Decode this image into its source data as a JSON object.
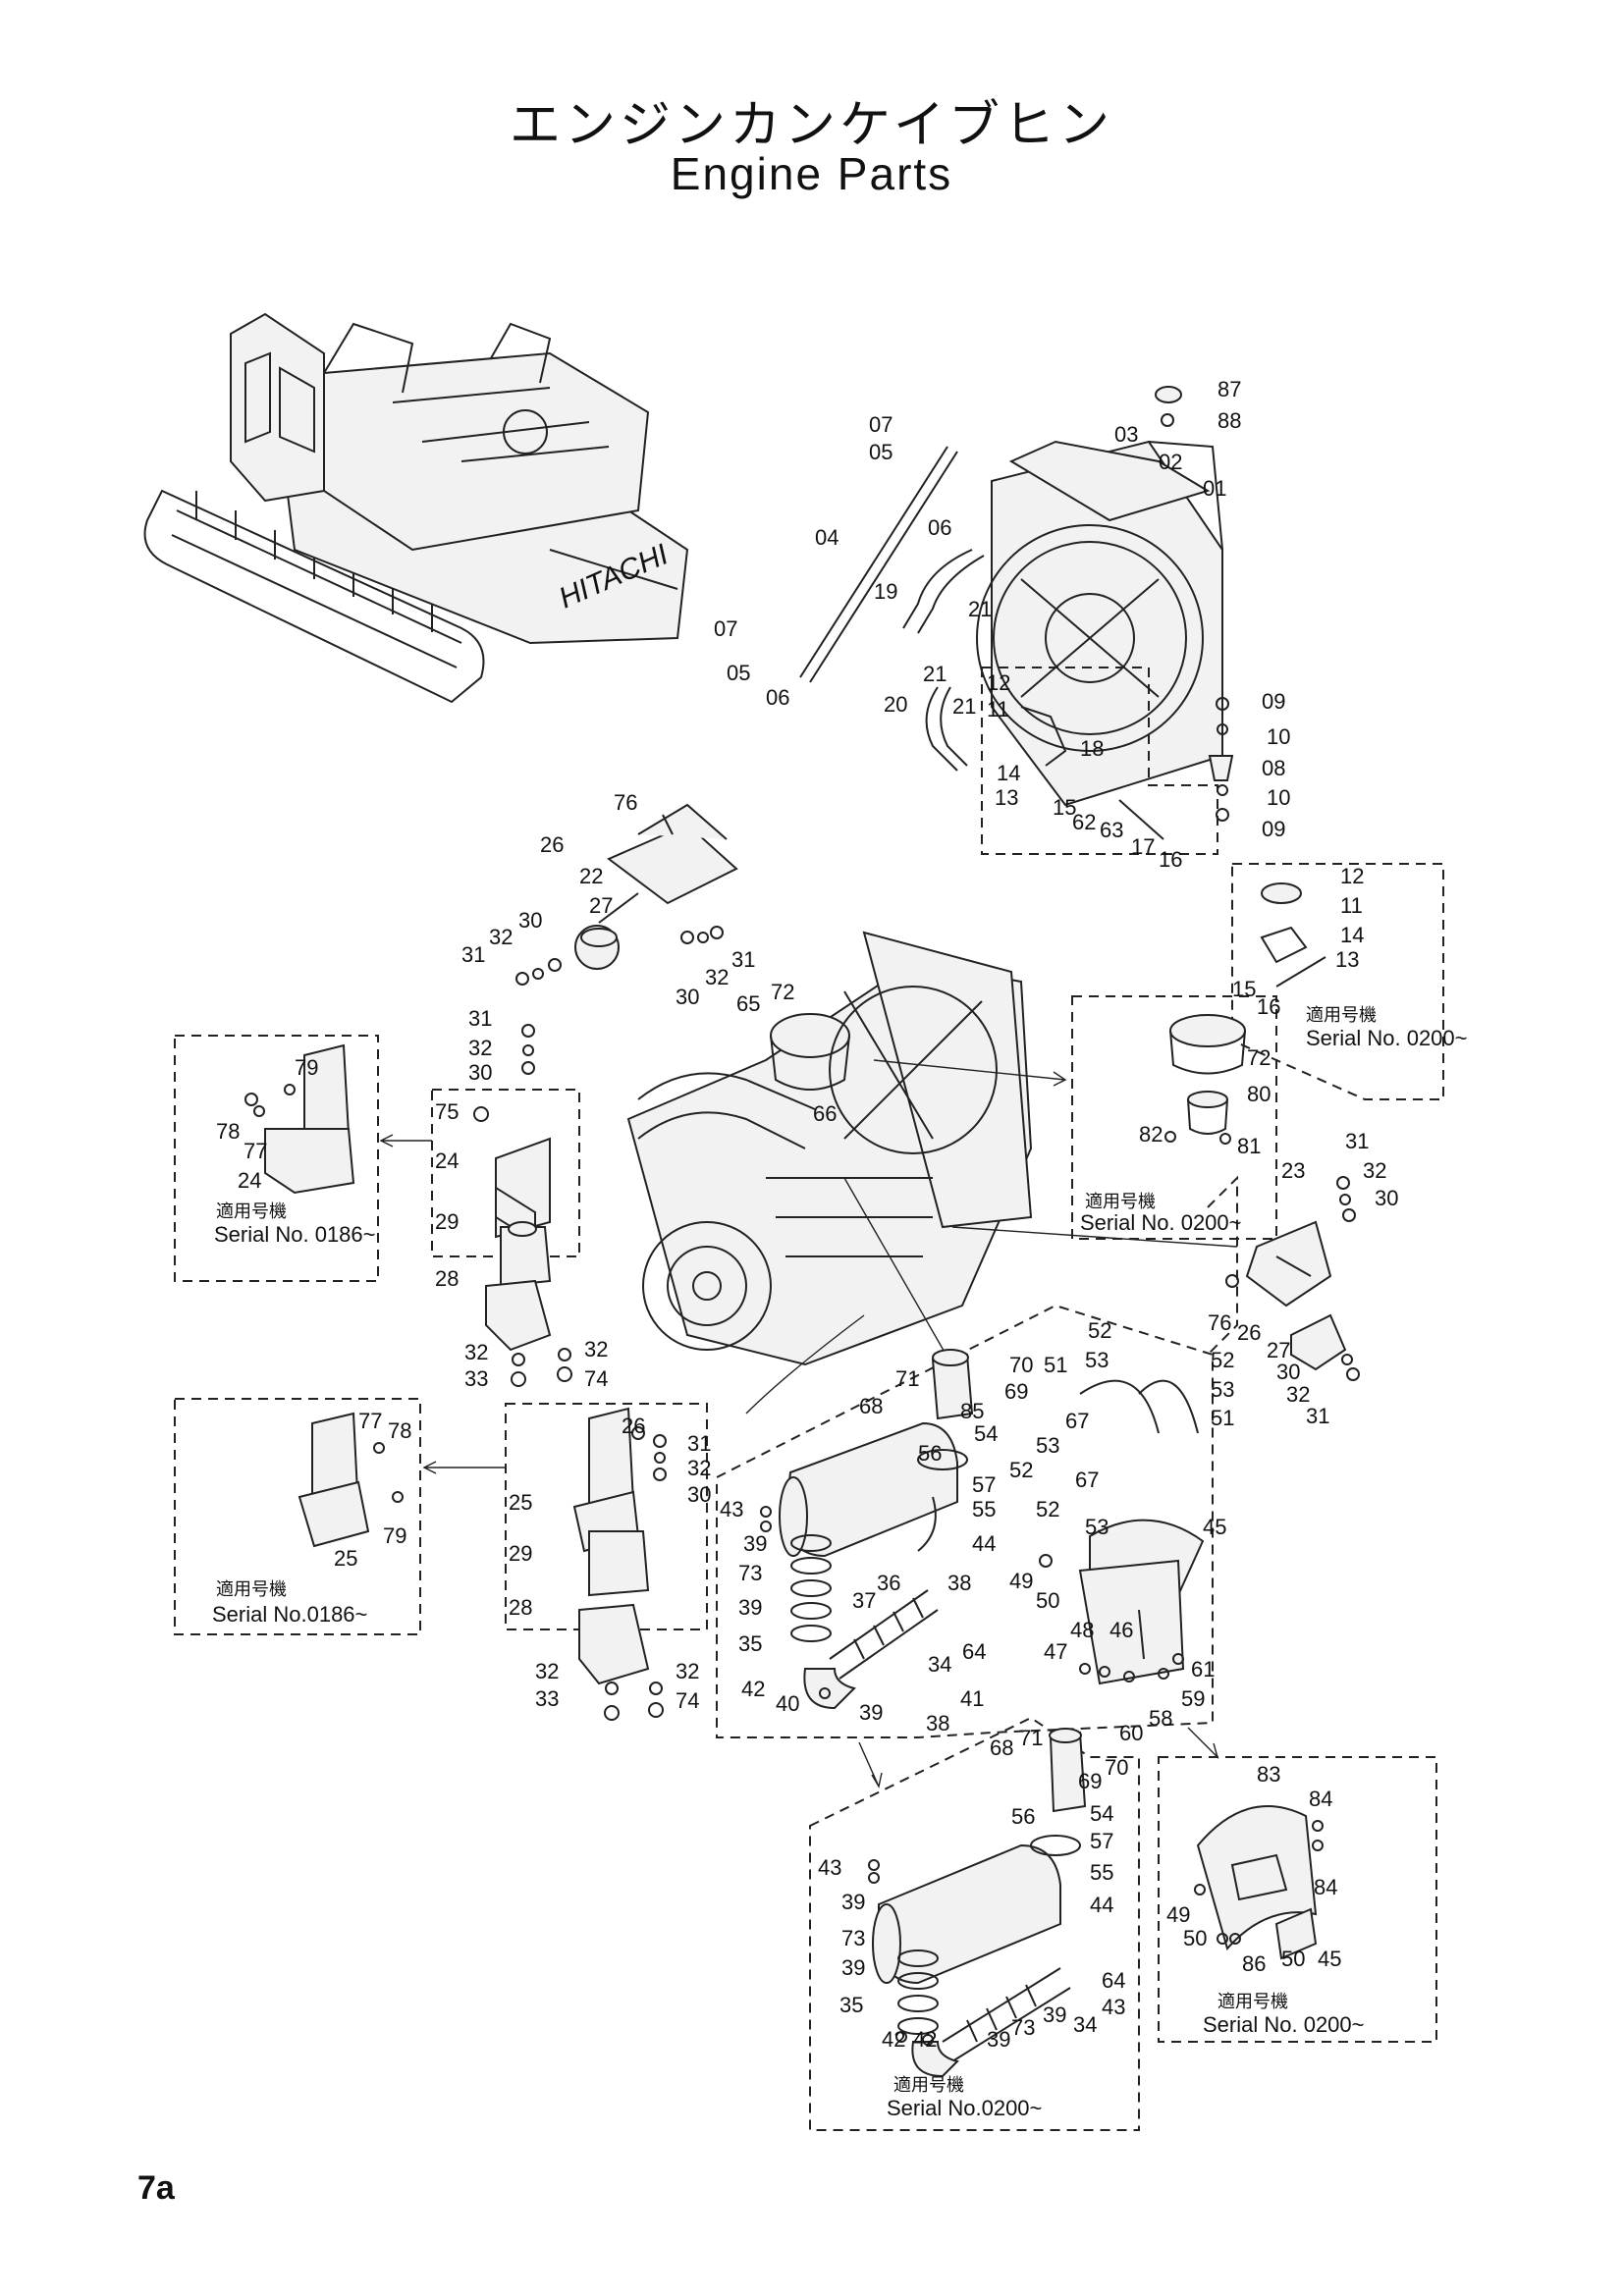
{
  "title": {
    "japanese": "エンジンカンケイブヒン",
    "english": "Engine Parts"
  },
  "page_number": "7a",
  "watermark": "HITACHI",
  "notes": [
    {
      "jp": "適用号機",
      "serial": "Serial No. 0200~"
    },
    {
      "jp": "適用号機",
      "serial": "Serial No. 0200~"
    },
    {
      "jp": "適用号機",
      "serial": "Serial No. 0186~"
    },
    {
      "jp": "適用号機",
      "serial": "Serial No.0186~"
    },
    {
      "jp": "適用号機",
      "serial": "Serial No. 0200~"
    },
    {
      "jp": "適用号機",
      "serial": "Serial No.0200~"
    }
  ],
  "callouts": {
    "radiator": [
      "87",
      "88",
      "07",
      "05",
      "03",
      "02",
      "01",
      "04",
      "06",
      "19",
      "21",
      "07",
      "05",
      "06",
      "21",
      "20",
      "21",
      "12",
      "11",
      "18",
      "14",
      "13",
      "15",
      "62",
      "63",
      "17",
      "16",
      "09",
      "10",
      "08",
      "10",
      "09"
    ],
    "radiator_alt": [
      "12",
      "11",
      "14",
      "13",
      "15",
      "16"
    ],
    "mount_top": [
      "76",
      "26",
      "22",
      "27",
      "30",
      "32",
      "31",
      "31",
      "32",
      "30"
    ],
    "air_cleaner": [
      "65",
      "72",
      "66"
    ],
    "air_cleaner_alt": [
      "72",
      "80",
      "82",
      "81"
    ],
    "mount_front": [
      "31",
      "32",
      "30",
      "75",
      "24",
      "29",
      "28",
      "32",
      "33",
      "32",
      "74"
    ],
    "mount_front_alt": [
      "79",
      "78",
      "77",
      "24"
    ],
    "mount_right": [
      "31",
      "32",
      "30",
      "23",
      "76",
      "26",
      "27",
      "30",
      "32",
      "31"
    ],
    "mount_rear": [
      "26",
      "31",
      "32",
      "30",
      "25",
      "29",
      "28",
      "32",
      "33",
      "32",
      "74"
    ],
    "mount_rear_alt": [
      "77",
      "78",
      "79",
      "25"
    ],
    "muffler": [
      "71",
      "70",
      "68",
      "69",
      "85",
      "54",
      "56",
      "57",
      "55",
      "43",
      "44",
      "39",
      "73",
      "39",
      "35",
      "37",
      "36",
      "38",
      "34",
      "64",
      "42",
      "40",
      "39",
      "41",
      "38"
    ],
    "muffler_bracket": [
      "52",
      "53",
      "52",
      "51",
      "53",
      "51",
      "67",
      "53",
      "52",
      "67",
      "52",
      "53",
      "45",
      "49",
      "50",
      "48",
      "46",
      "47",
      "61",
      "59",
      "58",
      "60"
    ],
    "muffler_alt": [
      "68",
      "71",
      "69",
      "70",
      "56",
      "54",
      "57",
      "55",
      "43",
      "44",
      "39",
      "73",
      "39",
      "35",
      "64",
      "43",
      "34",
      "42",
      "42",
      "39",
      "73",
      "39"
    ],
    "bracket_alt": [
      "83",
      "84",
      "84",
      "49",
      "50",
      "86",
      "50",
      "45"
    ]
  }
}
